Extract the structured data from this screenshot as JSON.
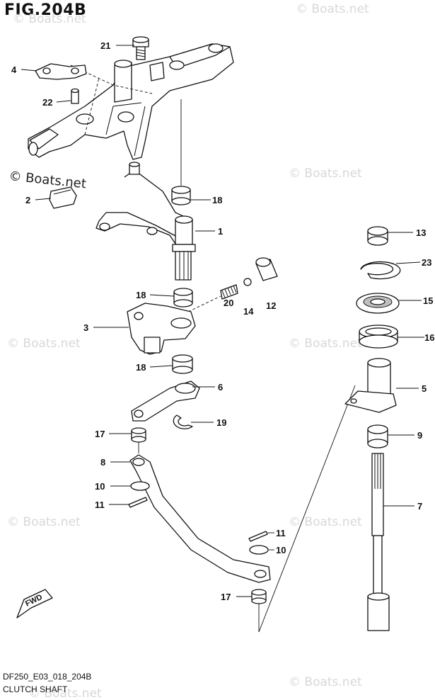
{
  "figure_title": "FIG.204B",
  "footer": {
    "code": "DF250_E03_018_204B",
    "caption": "CLUTCH SHAFT"
  },
  "watermark": {
    "text": "© Boats.net",
    "prominent_text": "© Boats.net"
  },
  "callouts": {
    "c1": "1",
    "c2": "2",
    "c3": "3",
    "c4": "4",
    "c5": "5",
    "c6": "6",
    "c7": "7",
    "c8": "8",
    "c9": "9",
    "c10a": "10",
    "c10b": "10",
    "c11a": "11",
    "c11b": "11",
    "c12": "12",
    "c13": "13",
    "c14": "14",
    "c15": "15",
    "c16": "16",
    "c17a": "17",
    "c17b": "17",
    "c18a": "18",
    "c18b": "18",
    "c18c": "18",
    "c19": "19",
    "c20": "20",
    "c21": "21",
    "c22": "22",
    "c23": "23"
  },
  "fwd_label": "FWD",
  "colors": {
    "line": "#111111",
    "watermark": "#d8d8d8",
    "background": "#ffffff"
  }
}
